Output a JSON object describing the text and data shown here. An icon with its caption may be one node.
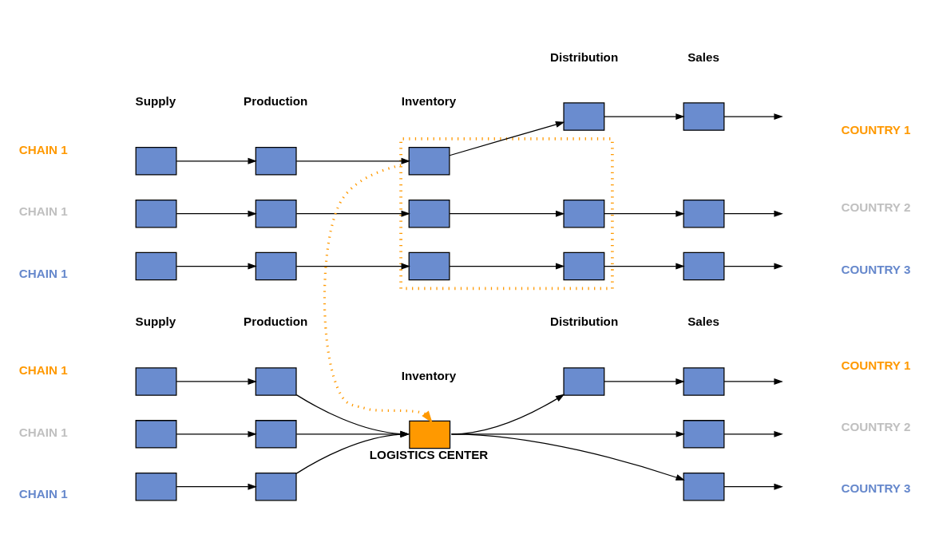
{
  "diagram": {
    "nodes": [
      {
        "text": [],
        "shape": "box"
      },
      {
        "text": [],
        "shape": "box"
      },
      {
        "text": [],
        "shape": "box"
      },
      {
        "text": [],
        "shape": "box",
        "in": 0
      },
      {
        "text": [],
        "shape": "box"
      },
      {
        "text": [],
        "shape": "box"
      },
      {
        "text": [],
        "shape": "box"
      },
      {
        "text": [],
        "shape": "box"
      },
      {
        "text": [],
        "shape": "box",
        "in": 0
      },
      {
        "text": [],
        "shape": "box",
        "in": 0
      },
      {
        "text": [],
        "shape": "box"
      },
      {
        "text": [],
        "shape": "box"
      },
      {
        "text": [],
        "shape": "box"
      },
      {
        "text": [],
        "shape": "box",
        "in": 0
      },
      {
        "text": [],
        "shape": "box",
        "in": 0
      },
      {
        "text": [],
        "shape": "box"
      },
      {
        "text": [],
        "shape": "box"
      },
      {
        "text": [],
        "shape": "box"
      },
      {
        "text": [],
        "shape": "box"
      },
      {
        "text": [],
        "shape": "box"
      },
      {
        "text": [],
        "shape": "box"
      },
      {
        "text": [],
        "shape": "box"
      },
      {
        "text": [],
        "shape": "box",
        "beside": [
          "LOGISTICS CENTER"
        ]
      },
      {
        "text": [],
        "shape": "box"
      },
      {
        "text": [],
        "shape": "box"
      },
      {
        "text": [],
        "shape": "box"
      },
      {
        "text": [],
        "shape": "box"
      }
    ],
    "edges": [
      {
        "from": 1,
        "to": 2,
        "arrow": "to"
      },
      {
        "from": 2,
        "to": 3,
        "arrow": "to"
      },
      {
        "from": 3,
        "to": 4,
        "arrow": "to"
      },
      {
        "from": 4,
        "to": 5,
        "arrow": "to"
      },
      {
        "from": 5,
        "to": null,
        "arrow": "to"
      },
      {
        "from": 6,
        "to": 7,
        "arrow": "to"
      },
      {
        "from": 7,
        "to": 8,
        "arrow": "to"
      },
      {
        "from": 8,
        "to": 9,
        "arrow": "to"
      },
      {
        "from": 9,
        "to": 10,
        "arrow": "to"
      },
      {
        "from": 10,
        "to": null,
        "arrow": "to"
      },
      {
        "from": 11,
        "to": 12,
        "arrow": "to"
      },
      {
        "from": 12,
        "to": 13,
        "arrow": "to"
      },
      {
        "from": 13,
        "to": 14,
        "arrow": "to"
      },
      {
        "from": 14,
        "to": 15,
        "arrow": "to"
      },
      {
        "from": 15,
        "to": null,
        "arrow": "to"
      },
      {
        "from": 0,
        "to": 22,
        "arrow": "to",
        "style": "dashed",
        "color": "#ff9900"
      },
      {
        "from": 16,
        "to": 17,
        "arrow": "to"
      },
      {
        "from": 17,
        "to": 22,
        "arrow": "to"
      },
      {
        "from": 18,
        "to": 19,
        "arrow": "to"
      },
      {
        "from": 19,
        "to": null,
        "arrow": "to"
      },
      {
        "from": 20,
        "to": 21,
        "arrow": "to"
      },
      {
        "from": 21,
        "to": 22,
        "arrow": "to"
      },
      {
        "from": 22,
        "to": 18,
        "arrow": "to"
      },
      {
        "from": 22,
        "to": 23,
        "arrow": "to"
      },
      {
        "from": 23,
        "to": null,
        "arrow": "to"
      },
      {
        "from": 24,
        "to": 25,
        "arrow": "to"
      },
      {
        "from": 25,
        "to": 22,
        "arrow": "to"
      },
      {
        "from": 22,
        "to": 26,
        "arrow": "to"
      },
      {
        "from": 26,
        "to": null,
        "arrow": "to"
      }
    ],
    "labels": [
      "Supply",
      "Production",
      "Inventory",
      "Distribution",
      "Sales",
      "CHAIN 1",
      "COUNTRY 1",
      "CHAIN 1",
      "COUNTRY 2",
      "CHAIN 1",
      "COUNTRY 3",
      "Supply",
      "Production",
      "Inventory",
      "Distribution",
      "Sales",
      "CHAIN 1",
      "COUNTRY 1",
      "CHAIN 1",
      "COUNTRY 2",
      "CHAIN 1",
      "COUNTRY 3"
    ]
  }
}
